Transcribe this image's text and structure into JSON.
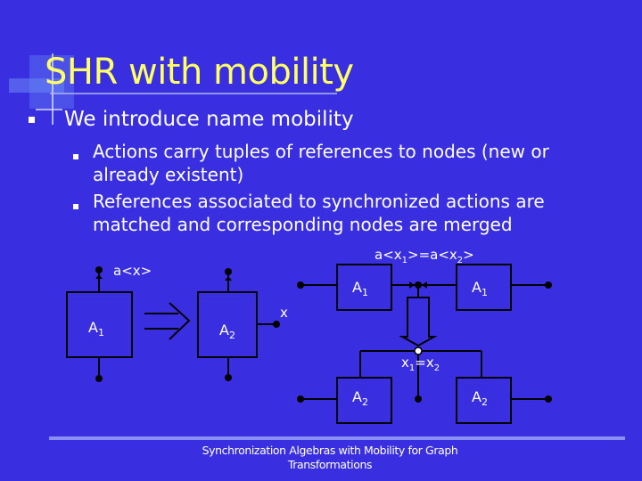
{
  "slide": {
    "title": "SHR with mobility",
    "bullet": "We introduce name mobility",
    "sub_bullets": [
      "Actions carry tuples of references to nodes (new or already existent)",
      "References associated to synchronized actions are matched and corresponding nodes are merged"
    ]
  },
  "diagram": {
    "label_ax": "a<x>",
    "left_a": "A",
    "left_a_sub": "1",
    "middle_a": "A",
    "middle_a_sub": "2",
    "x_label": "x",
    "sync_top": {
      "a1": "a<x",
      "s1": "1",
      "mid": ">=a<x",
      "s2": "2",
      "end": ">"
    },
    "top_left_a": "A",
    "top_left_sub": "1",
    "top_right_a": "A",
    "top_right_sub": "1",
    "merge": {
      "x1": "x",
      "s1": "1",
      "eq": "=x",
      "s2": "2"
    },
    "bot_left_a": "A",
    "bot_left_sub": "2",
    "bot_right_a": "A",
    "bot_right_sub": "2"
  },
  "footer": {
    "line1": "Synchronization Algebras with Mobility for Graph",
    "line2": "Transformations"
  },
  "colors": {
    "background": "#3a2fe0",
    "title": "#ffff66",
    "text": "#ffffff"
  }
}
